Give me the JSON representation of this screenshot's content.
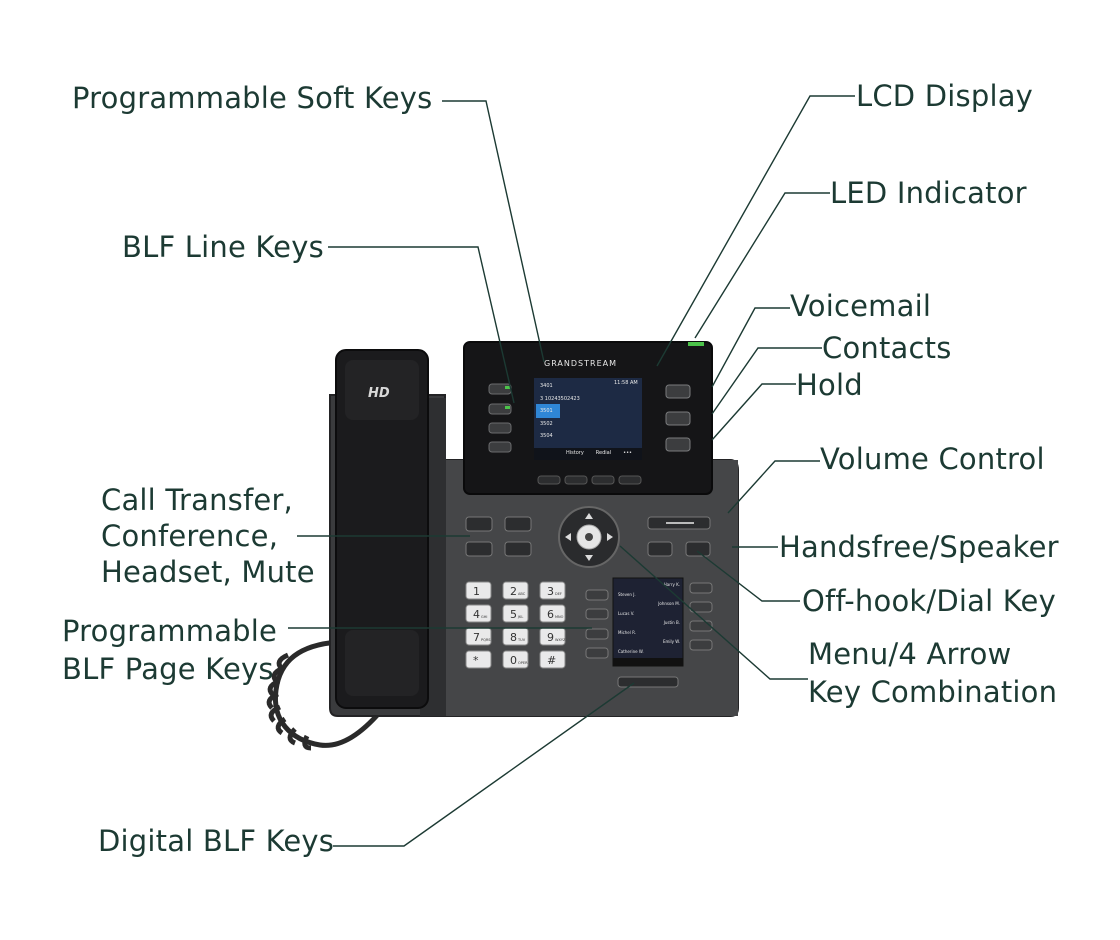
{
  "colors": {
    "label": "#1c3a33",
    "leader": "#1c3a33",
    "body": "#3b3b3d",
    "screen_accent": "#2f86d6"
  },
  "labels": {
    "soft_keys": "Programmable Soft Keys",
    "lcd": "LCD Display",
    "led": "LED Indicator",
    "blf_line": "BLF Line Keys",
    "voicemail": "Voicemail",
    "contacts": "Contacts",
    "hold": "Hold",
    "volume": "Volume Control",
    "call_transfer": [
      "Call Transfer,",
      "Conference,",
      "Headset, Mute"
    ],
    "handsfree": "Handsfree/Speaker",
    "offhook": "Off-hook/Dial Key",
    "blf_page": [
      "Programmable",
      "BLF Page Keys"
    ],
    "menu": [
      "Menu/4 Arrow",
      "Key Combination"
    ],
    "digital_blf": "Digital BLF Keys"
  },
  "phone": {
    "handset_badge": "HD",
    "brand": "GRANDSTREAM",
    "clock": "11:58 AM",
    "lines": [
      "3401",
      "3 10243502423",
      "3501",
      "3502",
      "3504"
    ],
    "softkeys": [
      "History",
      "Redial",
      "•••"
    ],
    "blf_contacts": [
      "Harry K.",
      "Steven J.",
      "Johnson M.",
      "Lucas V.",
      "Justin B.",
      "Michel R.",
      "Emily W.",
      "Catherine W."
    ],
    "keypad": [
      {
        "digit": "1",
        "sub": ""
      },
      {
        "digit": "2",
        "sub": "ABC"
      },
      {
        "digit": "3",
        "sub": "DEF"
      },
      {
        "digit": "4",
        "sub": "GHI"
      },
      {
        "digit": "5",
        "sub": "JKL"
      },
      {
        "digit": "6",
        "sub": "MNO"
      },
      {
        "digit": "7",
        "sub": "PQRS"
      },
      {
        "digit": "8",
        "sub": "TUV"
      },
      {
        "digit": "9",
        "sub": "WXYZ"
      },
      {
        "digit": "*",
        "sub": ""
      },
      {
        "digit": "0",
        "sub": "OPER"
      },
      {
        "digit": "#",
        "sub": ""
      }
    ]
  }
}
